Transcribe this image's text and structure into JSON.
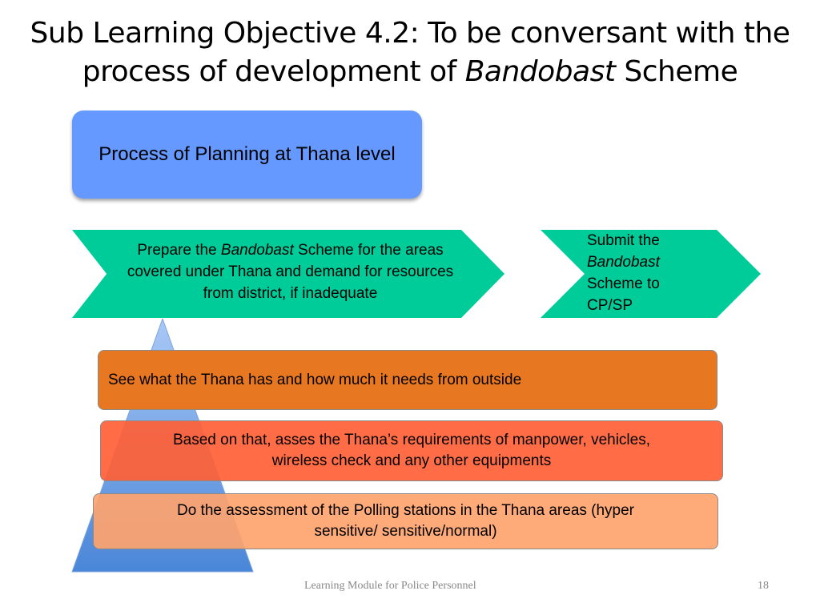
{
  "title": {
    "line1": "Sub Learning Objective 4.2: To be conversant with the",
    "line2_before": "process of development of ",
    "line2_italic": "Bandobast",
    "line2_after": " Scheme"
  },
  "planning_box": {
    "text": "Process of Planning at Thana level"
  },
  "chevron_prepare": {
    "before": "Prepare the ",
    "italic": "Bandobast",
    "after": " Scheme for the areas covered under Thana and demand for resources from district, if inadequate"
  },
  "chevron_submit": {
    "line1": "Submit the",
    "italic": "Bandobast",
    "line3": "Scheme to",
    "line4": "CP/SP"
  },
  "bars": {
    "see_what": "See what the Thana has and how much it needs from outside",
    "based_on_line1": "Based on that, asses the Thana’s requirements of manpower, vehicles,",
    "based_on_line2": "wireless check and any other equipments",
    "assessment_line1": "Do the assessment of the Polling stations in the Thana areas (hyper",
    "assessment_line2": "sensitive/ sensitive/normal)"
  },
  "footer": {
    "text": "Learning Module for Police Personnel",
    "page": "18"
  },
  "colors": {
    "planning_box": "#6699ff",
    "chevron": "#00cc99",
    "bar_see_what": "#e87722",
    "bar_based_on": "#ff6036",
    "bar_assessment": "#ffa36e",
    "pyramid_top": "#a9c8f5",
    "pyramid_bottom": "#4a86d8"
  }
}
